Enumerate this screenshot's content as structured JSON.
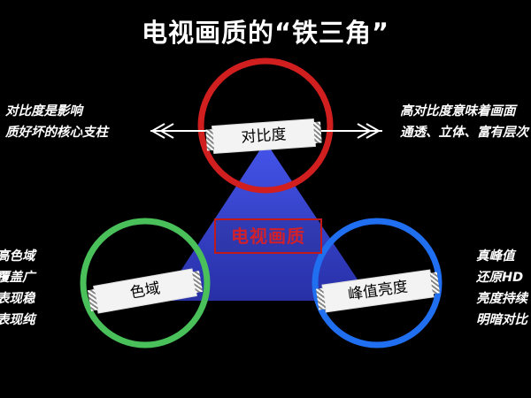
{
  "title": "电视画质的“铁三角”",
  "center_label": "电视画质",
  "nodes": {
    "contrast": "对比度",
    "gamut": "色域",
    "peak_brightness": "峰值亮度"
  },
  "notes": {
    "left_top": [
      "对比度是影响",
      "质好坏的核心支柱"
    ],
    "right_top": [
      "高对比度意味着画面",
      "通透、立体、富有层次"
    ],
    "left_bottom": [
      "高色域",
      "覆盖广",
      "表现稳",
      "表现纯"
    ],
    "right_bottom": [
      "真峰值",
      "还原HD",
      "亮度持续",
      "明暗对比"
    ]
  },
  "colors": {
    "contrast_ring": "#d11f1f",
    "gamut_ring": "#49c05a",
    "peak_ring": "#1f6ff0",
    "triangle": "#3a46c8"
  }
}
